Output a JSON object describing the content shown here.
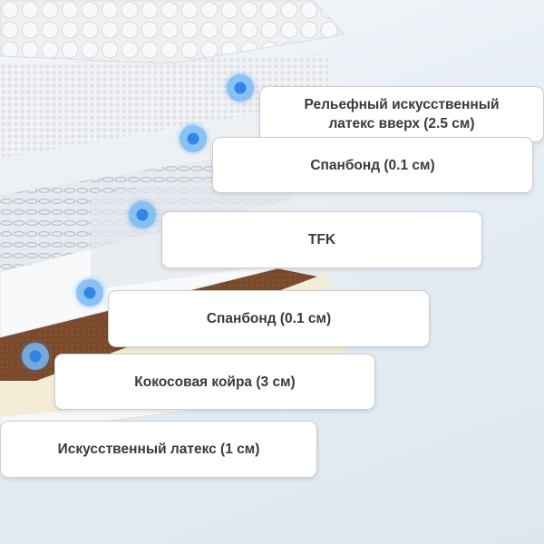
{
  "layers": [
    {
      "label": "Рельефный искусственный\nлатекс вверх (2.5 см)"
    },
    {
      "label": "Спанбонд (0.1 см)"
    },
    {
      "label": "TFK"
    },
    {
      "label": "Спанбонд (0.1 см)"
    },
    {
      "label": "Кокосовая койра (3 см)"
    },
    {
      "label": "Искусственный латекс (1 см)"
    }
  ],
  "colors": {
    "marker": "#2f86e6",
    "coir": "#7a4a2c",
    "latex_cream": "#f3ecd6",
    "spring": "#dde3ea",
    "label_border": "#c9ced3"
  }
}
